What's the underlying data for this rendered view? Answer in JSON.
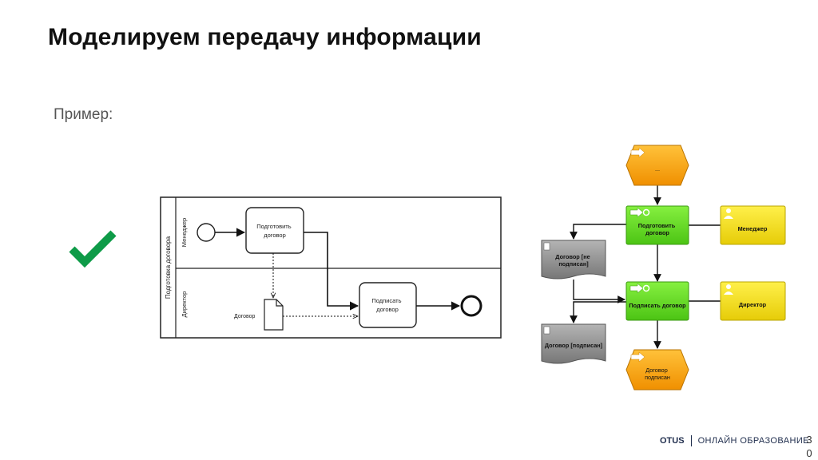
{
  "slide": {
    "title": "Моделируем передачу информации",
    "subtitle": "Пример:"
  },
  "bpmn": {
    "pool": "Подготовка договора",
    "lanes": [
      "Менеджер",
      "Директор"
    ],
    "task_prepare": [
      "Подготовить",
      "договор"
    ],
    "task_sign": [
      "Подписать",
      "договор"
    ],
    "data_object": "Договор"
  },
  "epc": {
    "event_start": "...",
    "func_prepare": [
      "Подготовить",
      "договор"
    ],
    "role_manager": "Менеджер",
    "doc_unsigned": [
      "Договор [не",
      "подписан]"
    ],
    "func_sign": "Подписать договор",
    "role_director": "Директор",
    "doc_signed": "Договор [подписан]",
    "event_end": [
      "Договор",
      "подписан"
    ]
  },
  "footer": {
    "brand": "OTUS",
    "tagline": "ОНЛАЙН ОБРАЗОВАНИЕ",
    "page_top": "3",
    "page_bottom": "0"
  },
  "colors": {
    "check": "#0e9b48",
    "event": "#f5a200",
    "function": "#66dd22",
    "role": "#f2e01a",
    "document": "#8c8c8c"
  }
}
